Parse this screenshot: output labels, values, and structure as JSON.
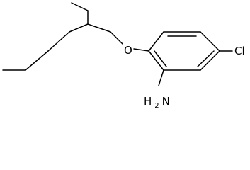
{
  "molecule": {
    "atoms": {
      "oxygen": "O",
      "chlorine": "Cl",
      "amine_n": "N",
      "amine_h": "H",
      "amine_h_count": "2"
    }
  }
}
